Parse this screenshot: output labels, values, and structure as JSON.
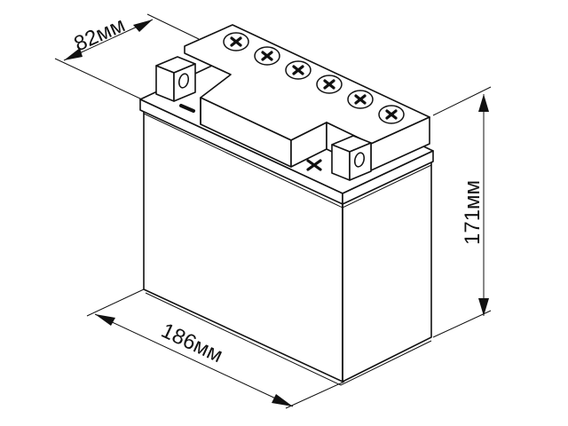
{
  "diagram": {
    "subject": "Battery dimension drawing",
    "dimensions": {
      "depth": {
        "label": "82мм",
        "value": 82,
        "unit": "мм"
      },
      "length": {
        "label": "186мм",
        "value": 186,
        "unit": "мм"
      },
      "height": {
        "label": "171мм",
        "value": 171,
        "unit": "мм"
      }
    },
    "terminals": {
      "negative": {
        "symbol": "—"
      },
      "positive": {
        "symbol": "+"
      }
    },
    "vent_caps_count": 6,
    "colors": {
      "line": "#111111",
      "background": "#ffffff"
    }
  }
}
